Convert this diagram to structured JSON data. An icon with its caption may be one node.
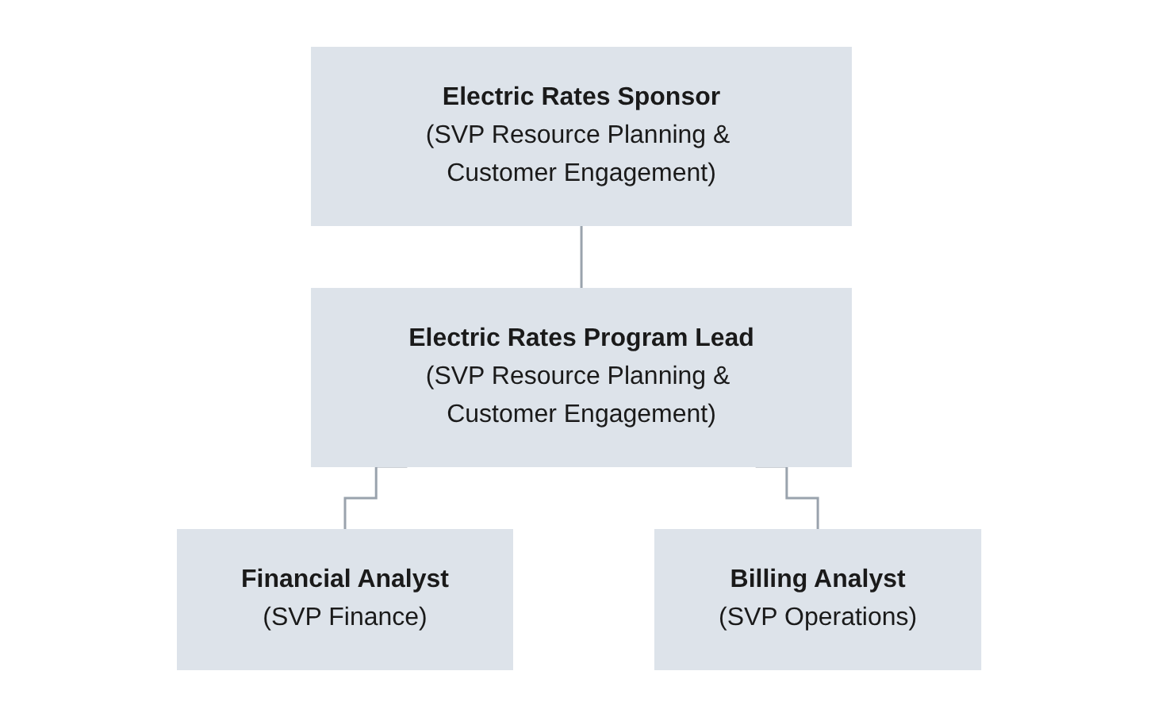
{
  "diagram": {
    "nodes": [
      {
        "text": [
          "Electric Rates Sponsor",
          "(SVP Resource Planning & Customer Engagement)"
        ]
      },
      {
        "text": [
          "Electric Rates Program Lead",
          "(SVP Resource Planning & Customer Engagement)"
        ]
      },
      {
        "text": [
          "Financial Analyst",
          "(SVP Finance)"
        ]
      },
      {
        "text": [
          "Billing Analyst",
          "(SVP Operations)"
        ]
      }
    ],
    "edges": [
      {
        "from": 0,
        "to": 1,
        "arrow": "none"
      },
      {
        "from": 1,
        "to": 2,
        "arrow": "none"
      },
      {
        "from": 1,
        "to": 3,
        "arrow": "none"
      }
    ]
  }
}
